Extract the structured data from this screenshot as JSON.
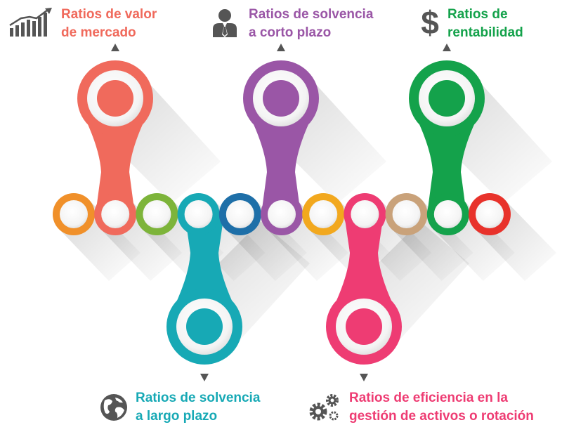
{
  "colors": {
    "orange": "#F0902A",
    "coral": "#F06A5C",
    "lime": "#7DB43A",
    "teal": "#17A9B5",
    "blue": "#1E6FA8",
    "purple": "#9A56A6",
    "amber": "#F2A81E",
    "pink": "#EE3C73",
    "tan": "#C9A27A",
    "green": "#14A24B",
    "red": "#E8322B",
    "arrow": "#555555",
    "icon": "#555555"
  },
  "chain": [
    "orange",
    "coral",
    "lime",
    "teal",
    "blue",
    "purple",
    "amber",
    "pink",
    "tan",
    "green",
    "red"
  ],
  "pins": [
    {
      "id": "market-value",
      "color": "coral",
      "direction": "up",
      "lines": [
        "Ratios de valor",
        "de mercado"
      ],
      "icon": "bar-chart-icon"
    },
    {
      "id": "short-term-solvency",
      "color": "purple",
      "direction": "up",
      "lines": [
        "Ratios de solvencia",
        "a corto plazo"
      ],
      "icon": "businessman-icon"
    },
    {
      "id": "profitability",
      "color": "green",
      "direction": "up",
      "lines": [
        "Ratios de",
        "rentabilidad"
      ],
      "icon": "dollar-sign-icon"
    },
    {
      "id": "long-term-solvency",
      "color": "teal",
      "direction": "down",
      "lines": [
        "Ratios de solvencia",
        "a largo plazo"
      ],
      "icon": "globe-icon"
    },
    {
      "id": "asset-efficiency",
      "color": "pink",
      "direction": "down",
      "lines": [
        "Ratios de eficiencia en la",
        "gestión de activos o rotación"
      ],
      "icon": "gears-icon"
    }
  ]
}
